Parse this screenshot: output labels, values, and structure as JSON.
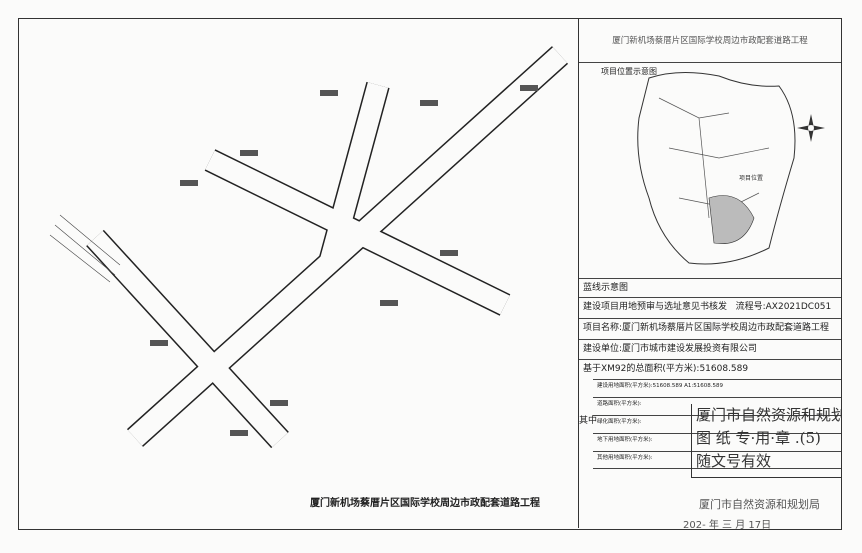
{
  "document": {
    "map_title": "厦门新机场蔡厝片区国际学校周边市政配套道路工程",
    "panel_title": "厦门新机场蔡厝片区国际学校周边市政配套道路工程",
    "location_map_label": "项目位置示意图",
    "site_marker_label": "项目位置",
    "blue_line_label": "蓝线示意图",
    "process_row": "建设项目用地预审与选址意见书核发",
    "process_number": "流程号:AX2021DC051",
    "project_name": "项目名称:厦门新机场蔡厝片区国际学校周边市政配套道路工程",
    "builder": "建设单位:厦门市城市建设发展投资有限公司",
    "total_area": "基于XM92的总面积(平方米):51608.589",
    "of_which": "其中",
    "sub_rows": [
      "建设用地面积(平方米):51608.589 A1:51608.589",
      "道路面积(平方米):",
      "绿化面积(平方米):",
      "地下用地面积(平方米):",
      "其他用地面积(平方米):"
    ],
    "stamp_lines": [
      "厦门市自然资源和规划局",
      "图 纸 专·用·章 .(5)",
      "随文号有效"
    ],
    "issuer": "厦门市自然资源和规划局",
    "date": "202- 年 三 月 17日"
  }
}
